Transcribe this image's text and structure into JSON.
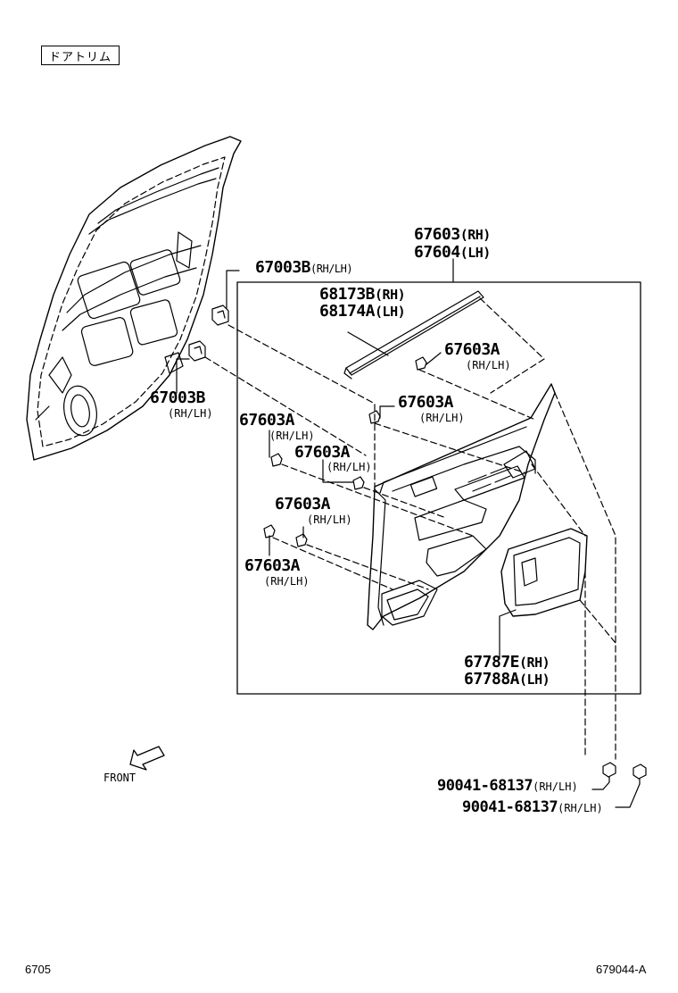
{
  "header": {
    "tag_label": "ドアトリム"
  },
  "labels": {
    "trim_panel_rh": "67603",
    "trim_panel_rh_side": "(RH)",
    "trim_panel_lh": "67604",
    "trim_panel_lh_side": "(LH)",
    "clip_b_top": "67003B",
    "clip_b_top_side": "(RH/LH)",
    "clip_b_bottom": "67003B",
    "clip_b_bottom_side": "(RH/LH)",
    "weatherstrip_rh": "68173B",
    "weatherstrip_rh_side": "(RH)",
    "weatherstrip_lh": "68174A",
    "weatherstrip_lh_side": "(LH)",
    "clip_a_1": "67603A",
    "clip_a_1_side": "(RH/LH)",
    "clip_a_2": "67603A",
    "clip_a_2_side": "(RH/LH)",
    "clip_a_3": "67603A",
    "clip_a_3_side": "(RH/LH)",
    "clip_a_4": "67603A",
    "clip_a_4_side": "(RH/LH)",
    "clip_a_5": "67603A",
    "clip_a_5_side": "(RH/LH)",
    "clip_a_6": "67603A",
    "clip_a_6_side": "(RH/LH)",
    "pocket_rh": "67787E",
    "pocket_rh_side": "(RH)",
    "pocket_lh": "67788A",
    "pocket_lh_side": "(LH)",
    "screw_1": "90041-68137",
    "screw_1_side": "(RH/LH)",
    "screw_2": "90041-68137",
    "screw_2_side": "(RH/LH)",
    "front": "FRONT"
  },
  "footer": {
    "page_code": "6705",
    "figure_id": "679044-A"
  }
}
